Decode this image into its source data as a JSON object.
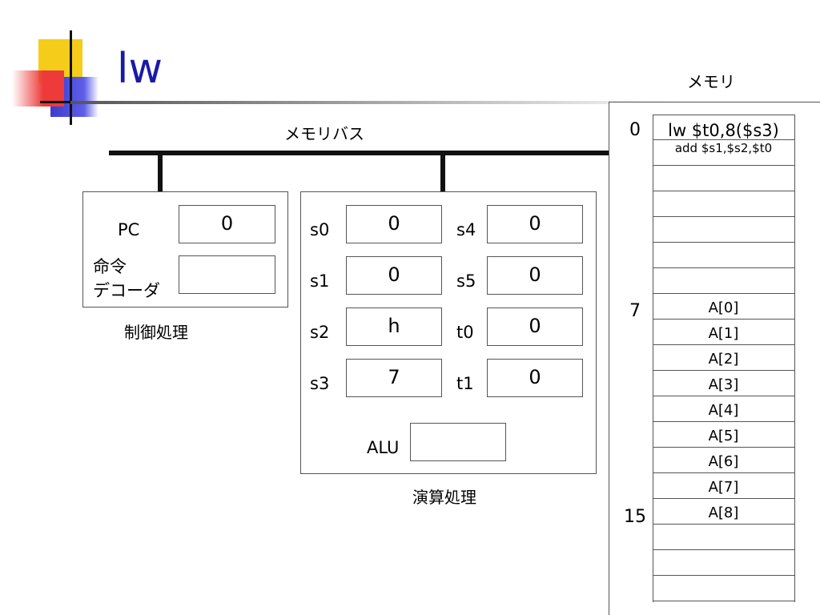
{
  "title": "lw",
  "bus": {
    "label": "メモリバス"
  },
  "control": {
    "caption": "制御処理",
    "pc_label": "PC",
    "pc_value": "0",
    "decoder_label_line1": "命令",
    "decoder_label_line2": "デコーダ",
    "decoder_value": ""
  },
  "compute": {
    "caption": "演算処理",
    "registers": [
      {
        "name": "s0",
        "value": "0"
      },
      {
        "name": "s1",
        "value": "0"
      },
      {
        "name": "s2",
        "value": "h"
      },
      {
        "name": "s3",
        "value": "7"
      },
      {
        "name": "s4",
        "value": "0"
      },
      {
        "name": "s5",
        "value": "0"
      },
      {
        "name": "t0",
        "value": "0"
      },
      {
        "name": "t1",
        "value": "0"
      }
    ],
    "alu_label": "ALU",
    "alu_value": ""
  },
  "memory": {
    "label": "メモリ",
    "index_labels": [
      "0",
      "7",
      "15"
    ],
    "cells": [
      "lw $t0,8($s3)",
      "add $s1,$s2,$t0",
      "",
      "",
      "",
      "",
      "",
      "A[0]",
      "A[1]",
      "A[2]",
      "A[3]",
      "A[4]",
      "A[5]",
      "A[6]",
      "A[7]",
      "A[8]",
      "",
      "",
      ""
    ]
  },
  "colors": {
    "logo_yellow": "#f5cc1a",
    "logo_red": "#ee3a3a",
    "logo_blue": "#3b3bd0",
    "title_color": "#1a1aa8"
  }
}
